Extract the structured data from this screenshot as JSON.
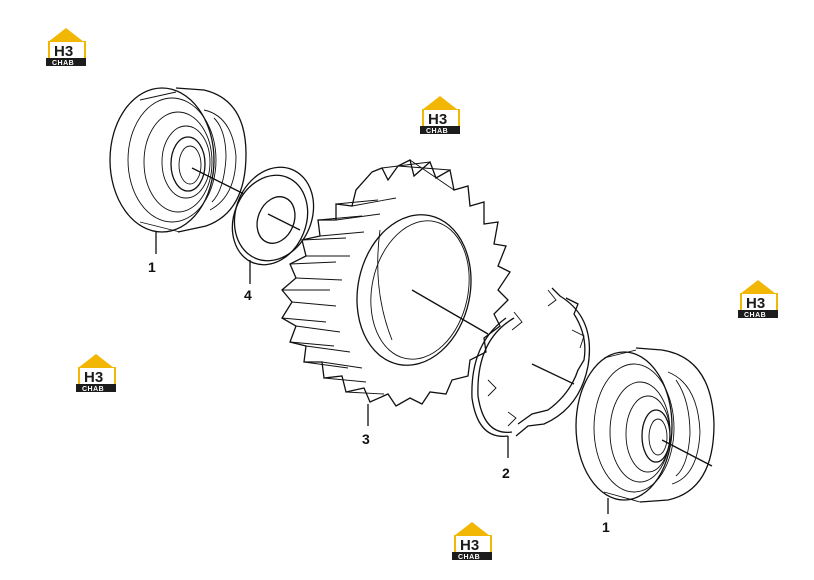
{
  "diagram": {
    "callouts": [
      {
        "id": "bearing-left",
        "label": "1"
      },
      {
        "id": "washer",
        "label": "4"
      },
      {
        "id": "gear",
        "label": "3"
      },
      {
        "id": "lock-ring",
        "label": "2"
      },
      {
        "id": "bearing-right",
        "label": "1"
      }
    ]
  },
  "watermark": {
    "logo_text": "H3",
    "sub_text": "CHAB",
    "colors": {
      "roof": "#f2b705",
      "plate": "#1c1c1c"
    }
  }
}
